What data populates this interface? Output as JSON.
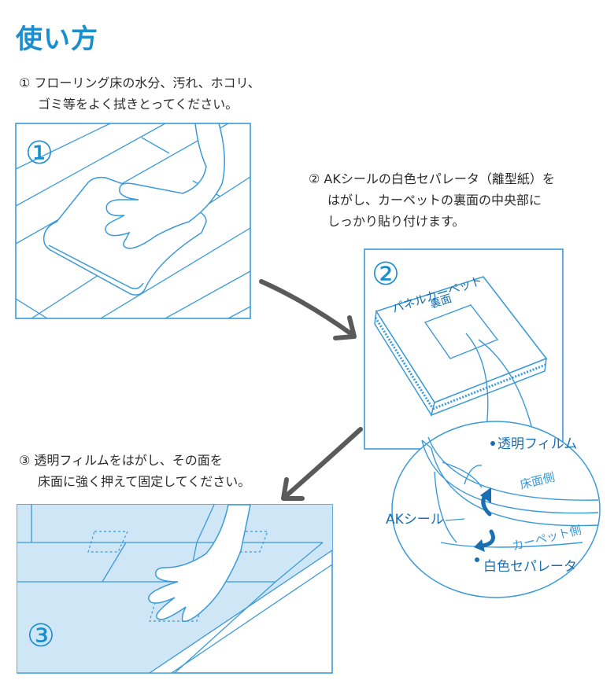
{
  "title": "使い方",
  "steps": [
    {
      "marker": "①",
      "lines": [
        "① フローリング床の水分、汚れ、ホコリ、",
        "ゴミ等をよく拭きとってください。"
      ],
      "panel_number": "①"
    },
    {
      "marker": "②",
      "lines": [
        "② AKシールの白色セパレータ（離型紙）を",
        "はがし、カーペットの裏面の中央部に",
        "しっかり貼り付けます。"
      ],
      "panel_number": "②"
    },
    {
      "marker": "③",
      "lines": [
        "③ 透明フィルムをはがし、その面を",
        "床面に強く押えて固定してください。"
      ],
      "panel_number": "③"
    }
  ],
  "panel2": {
    "carpet_label": "パネルカーペット",
    "back_label": "裏面"
  },
  "detail": {
    "film": "透明フィルム",
    "floor_side": "床面側",
    "ak_seal": "AKシール",
    "carpet_side": "カーペット側",
    "white_separator": "白色セパレータ"
  },
  "colors": {
    "accent": "#1a8fcf",
    "line": "#3a9ad9",
    "arrow": "#5a5a5a",
    "floor_fill": "#cfe6f6"
  }
}
